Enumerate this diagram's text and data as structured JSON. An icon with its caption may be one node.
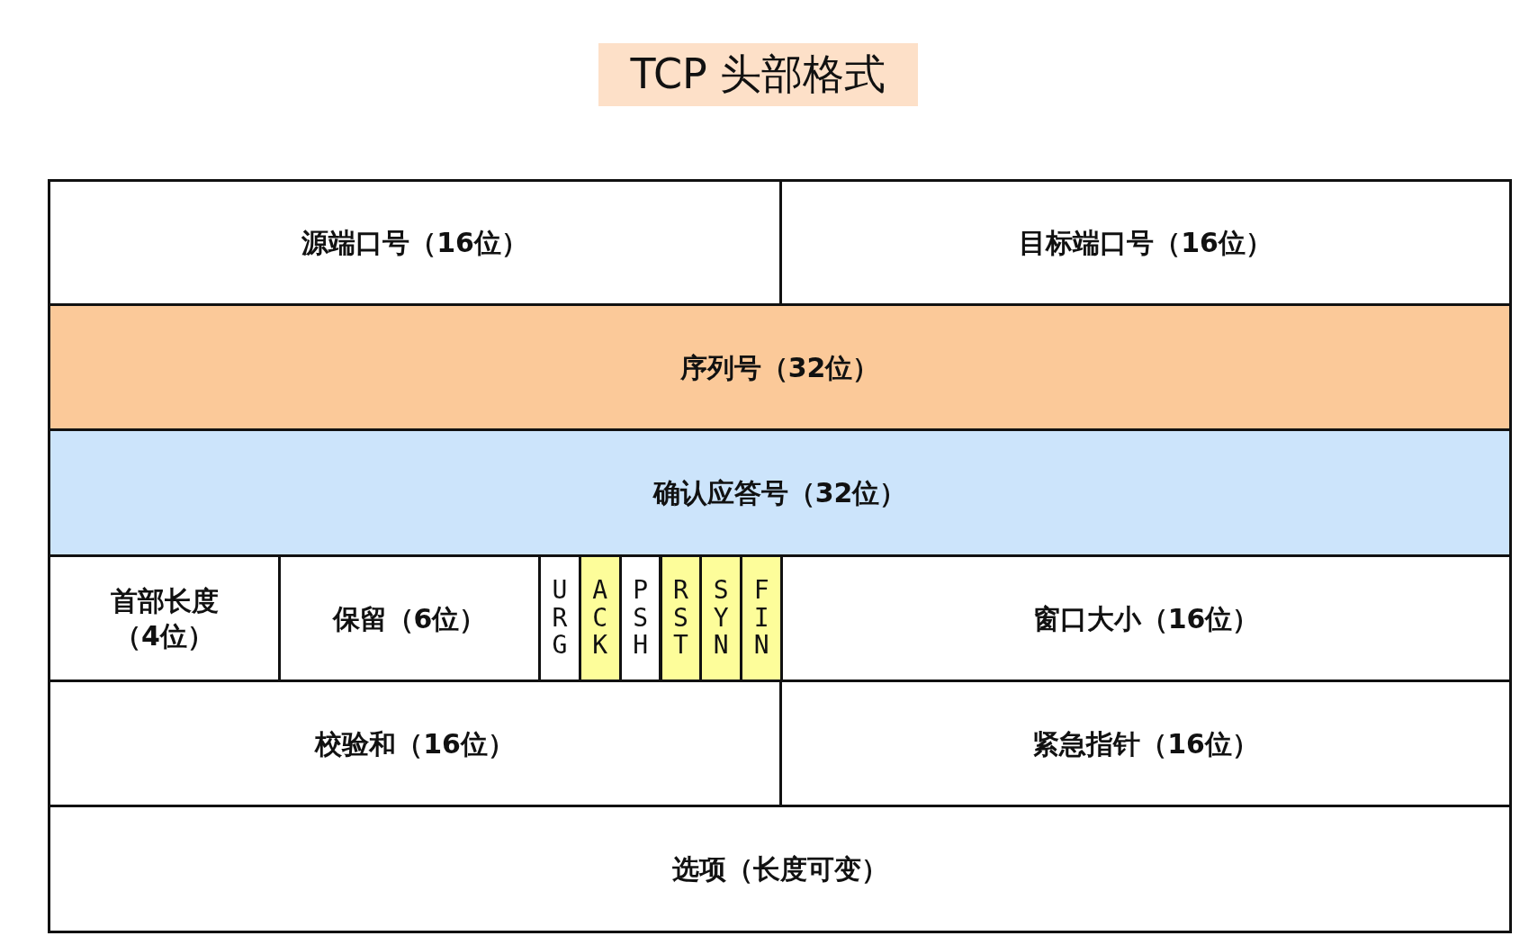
{
  "diagram": {
    "title": "TCP 头部格式",
    "nodes": [
      {
        "text": [
          "源端口号（16位）"
        ]
      },
      {
        "text": [
          "目标端口号（16位）"
        ]
      },
      {
        "text": [
          "序列号（32位）"
        ]
      },
      {
        "text": [
          "确认应答号（32位）"
        ]
      },
      {
        "text": [
          "首部长度（4位）"
        ]
      },
      {
        "text": [
          "保留（6位）"
        ]
      },
      {
        "text": [
          "URG"
        ]
      },
      {
        "text": [
          "ACK"
        ]
      },
      {
        "text": [
          "PSH"
        ]
      },
      {
        "text": [
          "RST"
        ]
      },
      {
        "text": [
          "SYN"
        ]
      },
      {
        "text": [
          "FIN"
        ]
      },
      {
        "text": [
          "窗口大小（16位）"
        ]
      },
      {
        "text": [
          "校验和（16位）"
        ]
      },
      {
        "text": [
          "紧急指针（16位）"
        ]
      },
      {
        "text": [
          "选项（长度可变）"
        ]
      }
    ]
  }
}
